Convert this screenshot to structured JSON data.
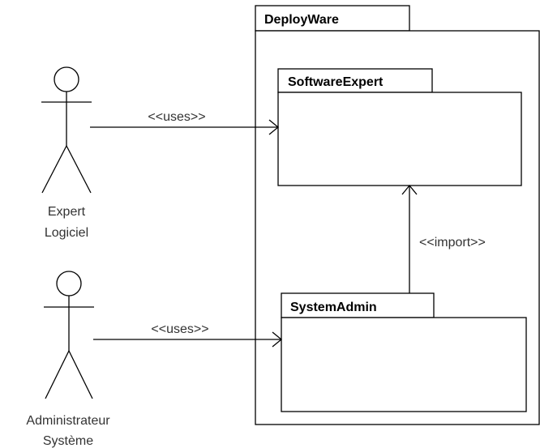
{
  "diagram": {
    "type": "uml-package-diagram",
    "packages": {
      "outer": {
        "name": "DeployWare"
      },
      "software_expert": {
        "name": "SoftwareExpert"
      },
      "system_admin": {
        "name": "SystemAdmin"
      }
    },
    "actors": {
      "expert": {
        "line1": "Expert",
        "line2": "Logiciel"
      },
      "admin": {
        "line1": "Administrateur",
        "line2": "Système"
      }
    },
    "relations": {
      "expert_uses": {
        "label": "<<uses>>",
        "from": "Expert Logiciel",
        "to": "SoftwareExpert"
      },
      "admin_uses": {
        "label": "<<uses>>",
        "from": "Administrateur Système",
        "to": "SystemAdmin"
      },
      "import": {
        "label": "<<import>>",
        "from": "SystemAdmin",
        "to": "SoftwareExpert"
      }
    }
  }
}
